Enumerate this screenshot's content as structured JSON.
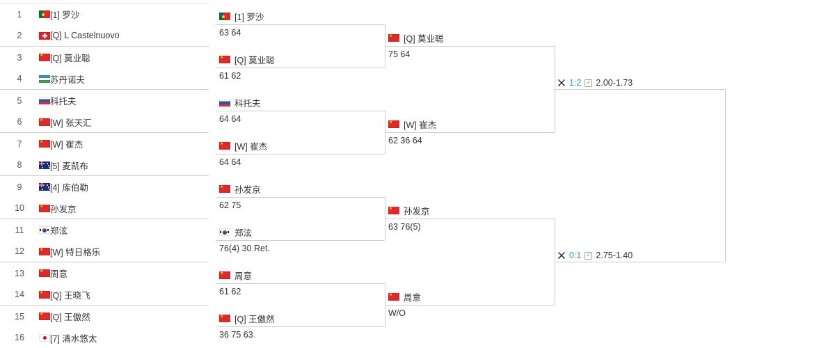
{
  "colors": {
    "line": "#cccccc",
    "text": "#333333",
    "row_number": "#555555",
    "live_score": "#2a9fc0",
    "flag_red": "#de2a2a"
  },
  "left": {
    "rows": [
      {
        "pos": "1",
        "flag": "pt",
        "label": "[1] 罗沙"
      },
      {
        "pos": "2",
        "flag": "ch",
        "label": "[Q] L Castelnuovo"
      },
      {
        "pos": "3",
        "flag": "cn",
        "label": "[Q] 莫业聪"
      },
      {
        "pos": "4",
        "flag": "uz",
        "label": "苏丹诺夫"
      },
      {
        "pos": "5",
        "flag": "ru",
        "label": "科托夫"
      },
      {
        "pos": "6",
        "flag": "cn",
        "label": "[W] 张天汇"
      },
      {
        "pos": "7",
        "flag": "cn",
        "label": "[W] 崔杰"
      },
      {
        "pos": "8",
        "flag": "au",
        "label": "[5] 麦凯布"
      },
      {
        "pos": "9",
        "flag": "au",
        "label": "[4] 库伯勒"
      },
      {
        "pos": "10",
        "flag": "cn",
        "label": "孙发京"
      },
      {
        "pos": "11",
        "flag": "kr",
        "label": "郑泫"
      },
      {
        "pos": "12",
        "flag": "cn",
        "label": "[W] 特日格乐"
      },
      {
        "pos": "13",
        "flag": "cn",
        "label": "周意"
      },
      {
        "pos": "14",
        "flag": "cn",
        "label": "[Q] 王晓飞"
      },
      {
        "pos": "15",
        "flag": "cn",
        "label": "[Q] 王傲然"
      },
      {
        "pos": "16",
        "flag": "jp",
        "label": "[7] 清水悠太"
      }
    ]
  },
  "bracket": {
    "r2": [
      {
        "flag": "pt",
        "label": "[1] 罗沙",
        "score": "63 64"
      },
      {
        "flag": "cn",
        "label": "[Q] 莫业聪",
        "score": "61 62"
      },
      {
        "flag": "ru",
        "label": "科托夫",
        "score": "64 64"
      },
      {
        "flag": "cn",
        "label": "[W] 崔杰",
        "score": "64 64"
      },
      {
        "flag": "cn",
        "label": "孙发京",
        "score": "62 75"
      },
      {
        "flag": "kr",
        "label": "郑泫",
        "score": "76(4) 30 Ret."
      },
      {
        "flag": "cn",
        "label": "周意",
        "score": "61 62"
      },
      {
        "flag": "cn",
        "label": "[Q] 王傲然",
        "score": "36 75 63"
      }
    ],
    "r3": [
      {
        "flag": "cn",
        "label": "[Q] 莫业聪",
        "score": "75 64"
      },
      {
        "flag": "cn",
        "label": "[W] 崔杰",
        "score": "62 36 64"
      },
      {
        "flag": "cn",
        "label": "孙发京",
        "score": "63 76(5)"
      },
      {
        "flag": "cn",
        "label": "周意",
        "score": "W/O"
      }
    ],
    "sf": [
      {
        "live_score": "1:2",
        "odds": "2.00-1.73"
      },
      {
        "live_score": "0:1",
        "odds": "2.75-1.40"
      }
    ]
  }
}
